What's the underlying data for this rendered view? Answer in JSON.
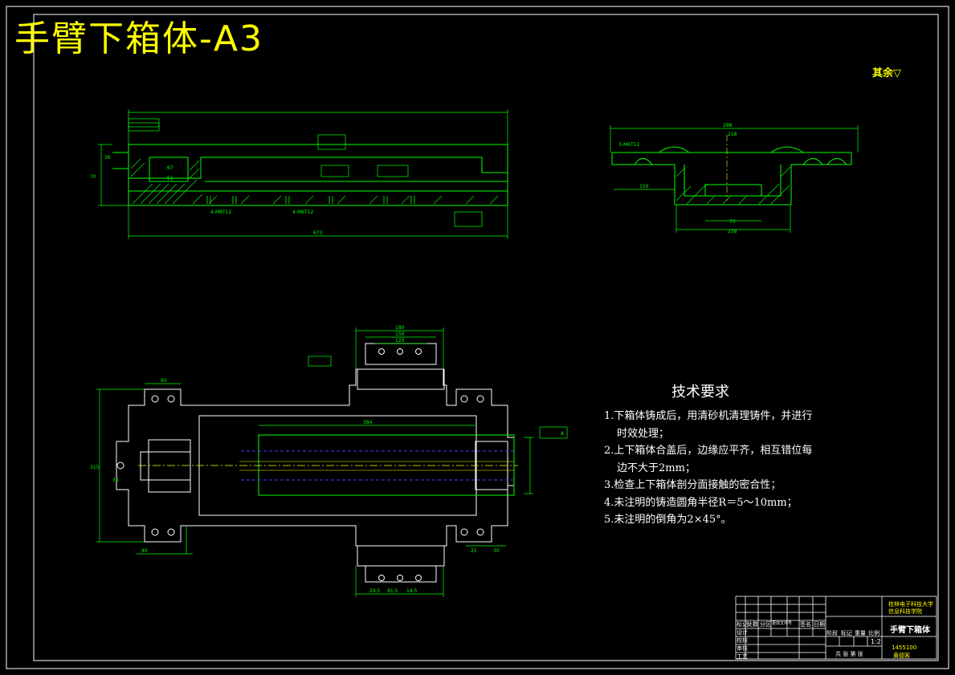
{
  "sheet": {
    "title": "手臂下箱体-A3",
    "surface_roughness_note": "其余",
    "colors": {
      "outline": "#ffffff",
      "drawing": "#00ff00",
      "title": "#ffff00",
      "centerline": "#ffff00",
      "hidden": "#4040ff"
    }
  },
  "tech_requirements": {
    "heading": "技术要求",
    "items": [
      {
        "text": "1.下箱体铸成后，用清砂机清理铸件，并进行",
        "cont": "时效处理；"
      },
      {
        "text": "2.上下箱体合盖后，边缘应平齐，相互错位每",
        "cont": "边不大于2mm；"
      },
      {
        "text": "3.检查上下箱体剖分面接触的密合性；",
        "cont": ""
      },
      {
        "text": "4.未注明的铸造圆角半径R＝5～10mm；",
        "cont": ""
      },
      {
        "text": "5.未注明的倒角为2×45°。",
        "cont": ""
      }
    ]
  },
  "title_block": {
    "institution_line1": "桂林电子科技大学",
    "institution_line2": "信息科技学院",
    "part_name": "手臂下箱体",
    "scale": "1:2",
    "drawing_no": "1455100",
    "author": "黄德客",
    "labels": {
      "mark": "标记",
      "count": "处数",
      "zone": "分区",
      "change_doc": "更改文件号",
      "signature": "签名",
      "date": "日期",
      "design": "设计",
      "check": "校核",
      "review": "审核",
      "process": "工艺",
      "stage": "阶段",
      "stage_mark": "标记",
      "weight": "重量",
      "ratio": "比例",
      "sheets": "共 张 第 张"
    }
  },
  "dimensions": {
    "front_overall": "673",
    "front_height": "70",
    "front_left": "36",
    "front_bore_a": "67",
    "front_bore_b": "51",
    "side_top": "288",
    "side_inner": "218",
    "side_bottom_a": "73",
    "side_bottom_b": "238",
    "side_left": "150",
    "side_tol_a": "3-M6T12",
    "front_tol_a": "4-M8T12",
    "front_tol_b": "4-M6T12",
    "plan_len": "384",
    "plan_left_a": "60",
    "plan_left_b": "36",
    "plan_top_a": "180",
    "plan_top_b": "150",
    "plan_top_c": "120",
    "plan_bot_a": "29.5",
    "plan_bot_b": "91.5",
    "plan_bot_c": "14.5",
    "plan_right": "30",
    "plan_b1": "40",
    "plan_b2": "25",
    "plan_height": "315",
    "plan_ref": "A"
  }
}
